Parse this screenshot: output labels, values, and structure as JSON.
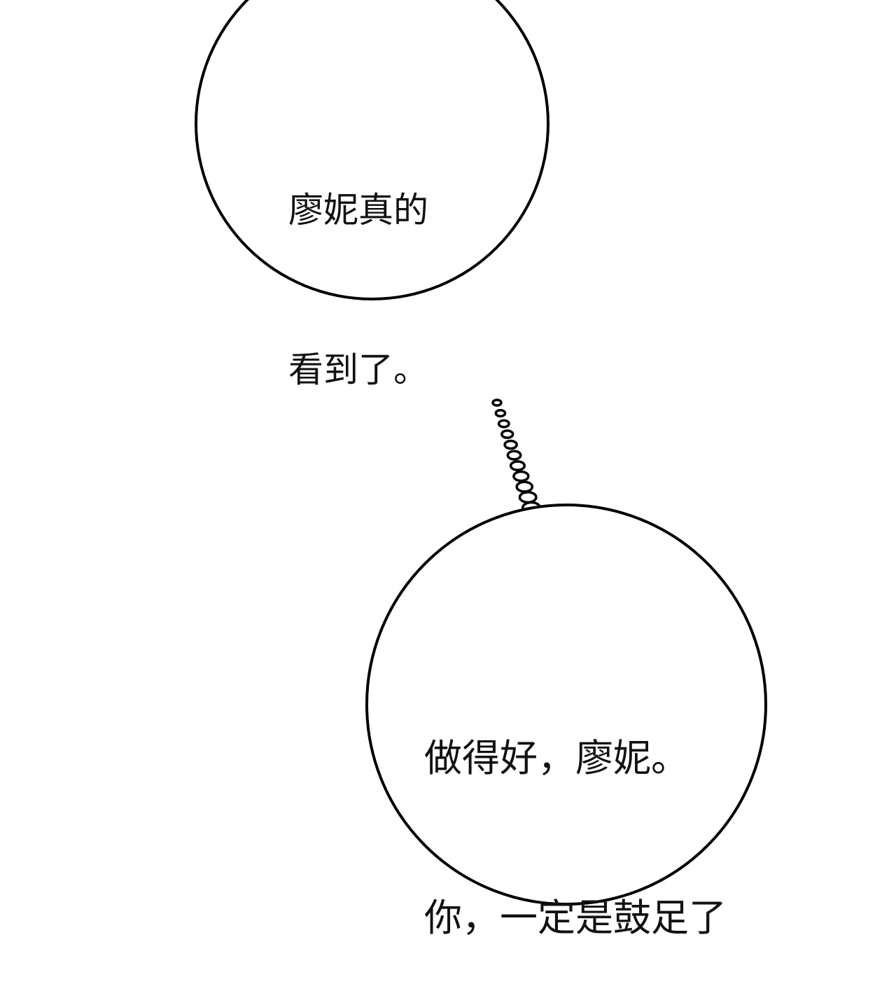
{
  "bubble1": {
    "lines": [
      "廖妮真的",
      "看到了。"
    ]
  },
  "bubble2": {
    "lines": [
      "做得好，廖妮。",
      "你，一定是鼓足了"
    ]
  }
}
